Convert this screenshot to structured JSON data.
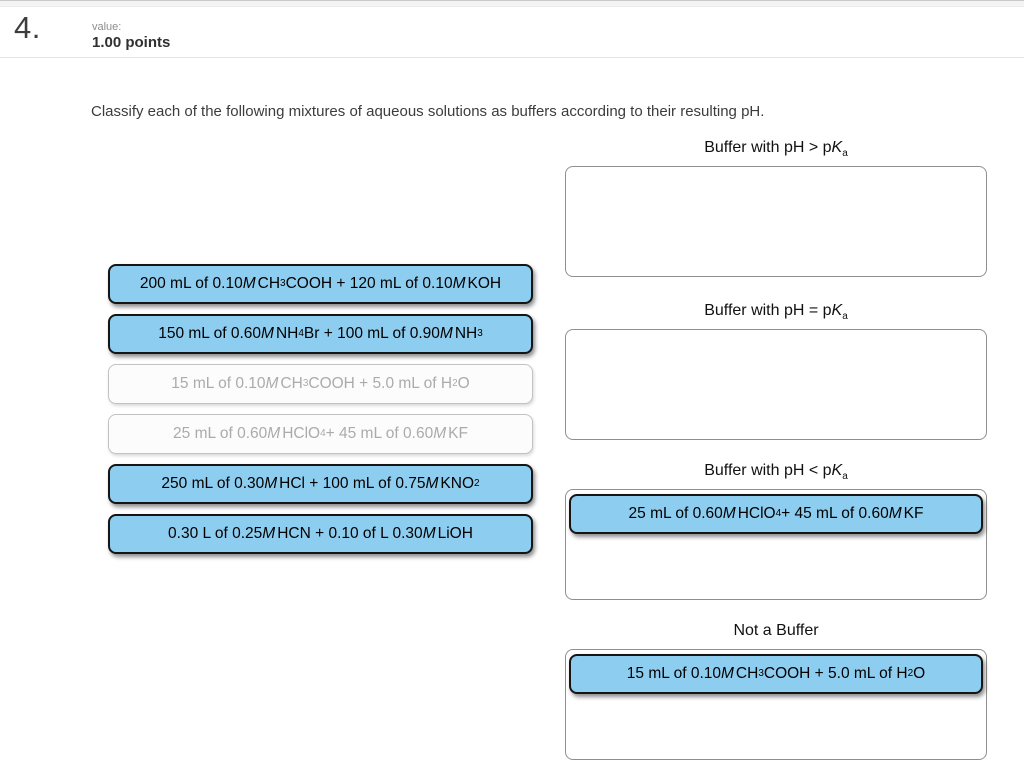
{
  "header": {
    "question_number": "4.",
    "value_label": "value:",
    "points": "1.00 points"
  },
  "prompt": "Classify each of the following mixtures of aqueous solutions as buffers according to their resulting pH.",
  "colors": {
    "chip_blue": "#8DCDF0",
    "chip_border": "#151515",
    "disabled_text": "#ababab",
    "bin_border": "#8f8f8f"
  },
  "source_chips": [
    {
      "label": "200 mL of 0.10 *M* CH_3_COOH + 120 mL of 0.10 *M* KOH",
      "state": "draggable"
    },
    {
      "label": "150 mL of 0.60 *M* NH_4_Br + 100 mL of 0.90 *M* NH_3_",
      "state": "draggable"
    },
    {
      "label": "15 mL of 0.10 *M* CH_3_COOH + 5.0 mL of H_2_O",
      "state": "used"
    },
    {
      "label": "25 mL of 0.60 *M* HClO_4_ + 45 mL of 0.60 *M* KF",
      "state": "used"
    },
    {
      "label": "250 mL of 0.30 *M* HCl + 100 mL of 0.75 *M* KNO_2_",
      "state": "draggable"
    },
    {
      "label": "0.30 L of 0.25 *M* HCN + 0.10 of L 0.30 *M* LiOH",
      "state": "draggable"
    }
  ],
  "bins": [
    {
      "title": "Buffer with pH > p*K*_a_",
      "chips": []
    },
    {
      "title": "Buffer with pH = p*K*_a_",
      "chips": []
    },
    {
      "title": "Buffer with pH < p*K*_a_",
      "chips": [
        "25 mL of 0.60 *M* HClO_4_ + 45 mL of 0.60 *M* KF"
      ]
    },
    {
      "title": "Not a Buffer",
      "chips": [
        "15 mL of 0.10 *M* CH_3_COOH + 5.0 mL of H_2_O"
      ]
    }
  ]
}
